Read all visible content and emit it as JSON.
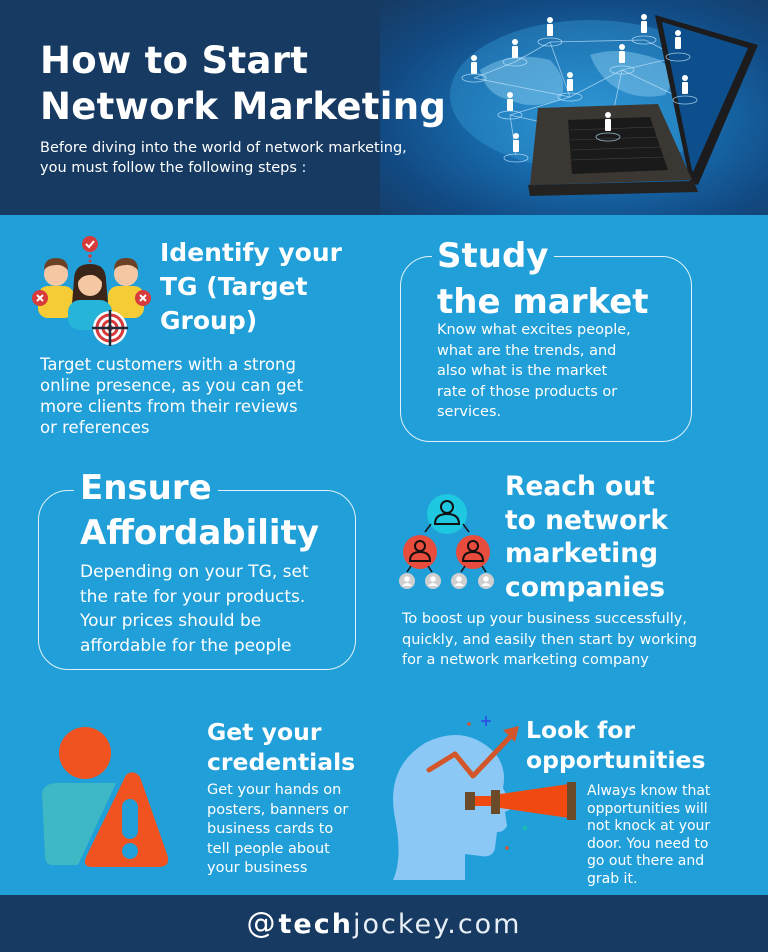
{
  "header": {
    "title_line1": "How to Start",
    "title_line2": "Network Marketing",
    "subtitle_line1": "Before diving into the world of network marketing,",
    "subtitle_line2": "you must follow the following steps :",
    "hero_image": "laptop-with-global-network-people-icon"
  },
  "colors": {
    "header_bg": "#163a62",
    "body_bg": "#219fd9",
    "accent_orange": "#f0531f",
    "accent_red": "#e84c3d",
    "accent_cyan": "#1ec8e0",
    "teal": "#3db8c4",
    "footer_bg": "#163a62"
  },
  "steps": {
    "identify": {
      "title_line1": "Identify your",
      "title_line2": "TG (Target",
      "title_line3": "Group)",
      "body_line1": "Target customers with a strong",
      "body_line2": "online presence, as you can get",
      "body_line3": "more clients from their reviews",
      "body_line4": "or references",
      "icon": "target-group-people-icon"
    },
    "study": {
      "title_line1": "Study",
      "title_line2": "the market",
      "body_line1": "Know what excites people,",
      "body_line2": "what are the trends, and",
      "body_line3": "also what is the market",
      "body_line4": "rate of those products or",
      "body_line5": "services."
    },
    "afford": {
      "title_line1": "Ensure",
      "title_line2": "Affordability",
      "body_line1": "Depending on your TG, set",
      "body_line2": "the rate for your products.",
      "body_line3": "Your prices should be",
      "body_line4": "affordable for the people"
    },
    "reach": {
      "title_line1": "Reach out",
      "title_line2": "to network",
      "title_line3": "marketing",
      "title_line4": "companies",
      "body_line1": "To boost up your business successfully,",
      "body_line2": "quickly, and easily then start by working",
      "body_line3": "for a network marketing company",
      "icon": "network-hierarchy-icon"
    },
    "credentials": {
      "title_line1": "Get your",
      "title_line2": "credentials",
      "body_line1": "Get your hands on",
      "body_line2": "posters, banners or",
      "body_line3": "business cards to",
      "body_line4": "tell people about",
      "body_line5": "your business",
      "icon": "person-warning-icon"
    },
    "opportunities": {
      "title_line1": "Look for",
      "title_line2": "opportunities",
      "body_line1": "Always know that",
      "body_line2": "opportunities will",
      "body_line3": "not knock at your",
      "body_line4": "door. You need to",
      "body_line5": "go out there and",
      "body_line6": "grab it.",
      "icon": "head-telescope-icon"
    }
  },
  "footer": {
    "at_symbol": "@",
    "brand_bold": "tech",
    "brand_light": "jockey.com"
  }
}
